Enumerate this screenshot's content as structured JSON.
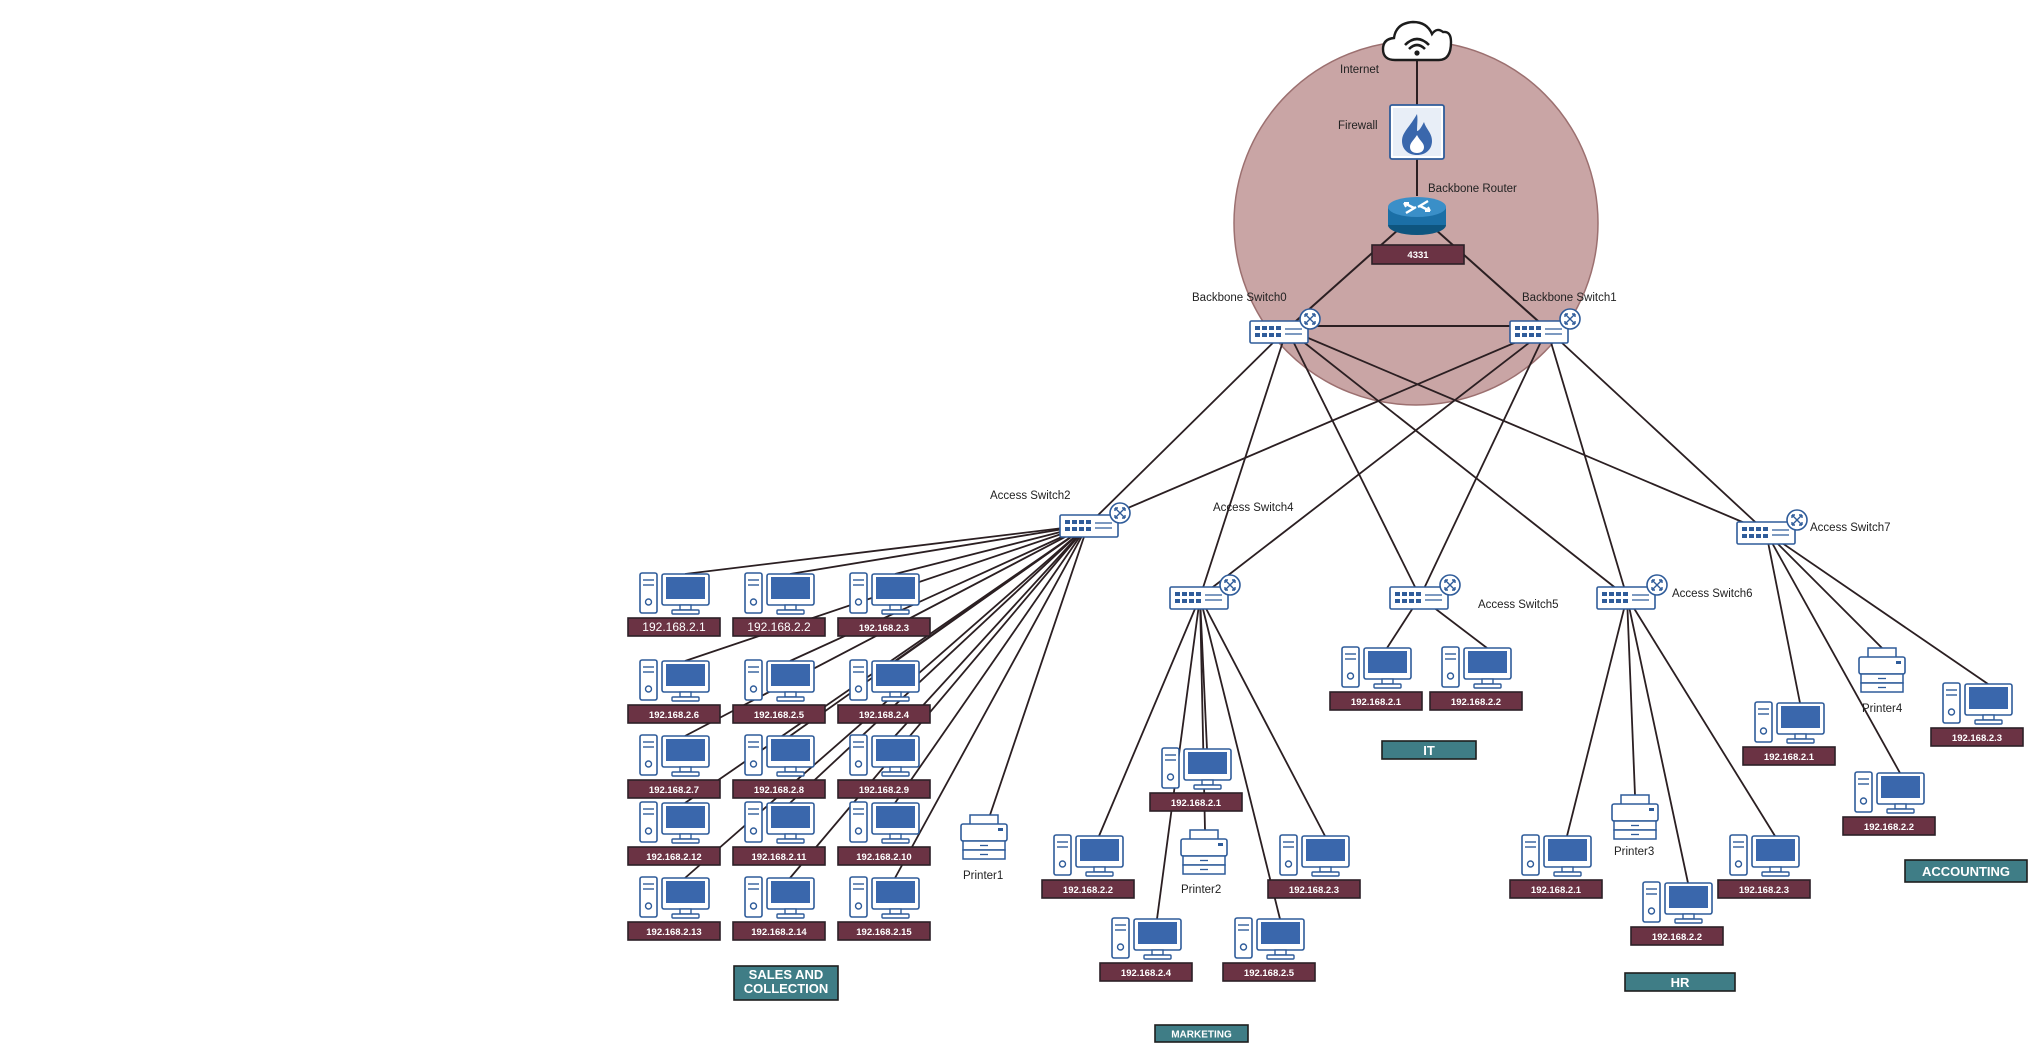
{
  "colors": {
    "core_zone_fill": "#c9a5a5",
    "core_zone_stroke": "#9c7070",
    "link": "#2b1f22",
    "ip_fill": "#6b3344",
    "ip_border": "#2c2027",
    "dept_fill": "#3f7d86",
    "dept_border": "#1e1e1e",
    "device_blue": "#2f5c9a",
    "router_blue": "#1b6fa6"
  },
  "core": {
    "internet_label": "Internet",
    "firewall_label": "Firewall",
    "router_label": "Backbone Router",
    "router_tag": "4331",
    "switch0_label": "Backbone Switch0",
    "switch1_label": "Backbone Switch1"
  },
  "access_switches": {
    "s2": "Access Switch2",
    "s4": "Access Switch4",
    "s5": "Access Switch5",
    "s6": "Access Switch6",
    "s7": "Access Switch7"
  },
  "sales": {
    "dept": "SALES AND COLLECTION",
    "ips": [
      "192.168.2.1",
      "192.168.2.2",
      "192.168.2.3",
      "192.168.2.6",
      "192.168.2.5",
      "192.168.2.4",
      "192.168.2.7",
      "192.168.2.8",
      "192.168.2.9",
      "192.168.2.12",
      "192.168.2.11",
      "192.168.2.10",
      "192.168.2.13",
      "192.168.2.14",
      "192.168.2.15"
    ],
    "printer": "Printer1"
  },
  "marketing": {
    "dept": "MARKETING",
    "ips": [
      "192.168.2.1",
      "192.168.2.2",
      "192.168.2.3",
      "192.168.2.4",
      "192.168.2.5"
    ],
    "printer": "Printer2"
  },
  "it": {
    "dept": "IT",
    "ips": [
      "192.168.2.1",
      "192.168.2.2"
    ]
  },
  "hr": {
    "dept": "HR",
    "ips": [
      "192.168.2.1",
      "192.168.2.2",
      "192.168.2.3"
    ],
    "printer": "Printer3"
  },
  "accounting": {
    "dept": "ACCOUNTING",
    "ips": [
      "192.168.2.1",
      "192.168.2.2",
      "192.168.2.3"
    ],
    "printer": "Printer4"
  }
}
